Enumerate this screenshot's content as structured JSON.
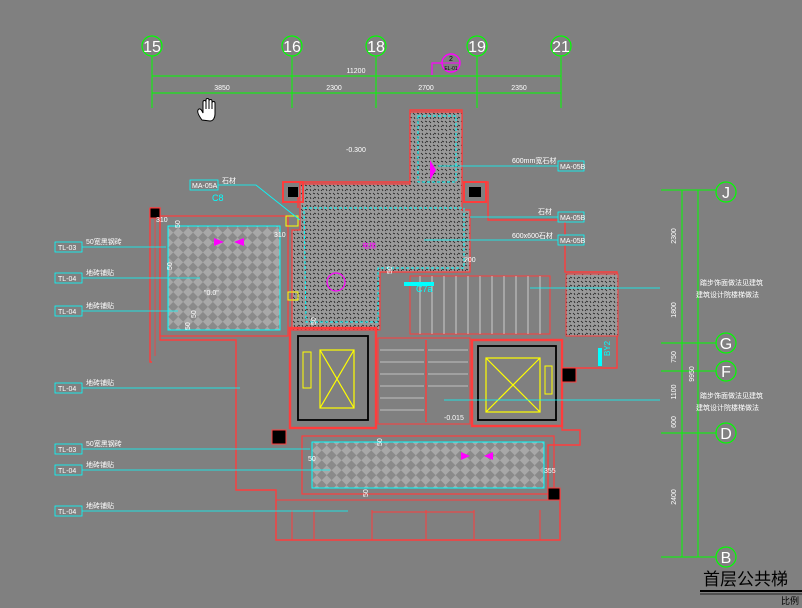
{
  "drawing": {
    "title": "首层公共梯",
    "scale_label": "比例"
  },
  "axes_top": [
    "15",
    "16",
    "18",
    "19",
    "21"
  ],
  "axes_right": [
    "J",
    "G",
    "F",
    "D",
    "B"
  ],
  "dims_top": {
    "total": "11200",
    "segments": [
      "3850",
      "2300",
      "2700",
      "2350"
    ]
  },
  "dims_right": [
    "2300",
    "1800",
    "750",
    "1100",
    "600",
    "2400"
  ],
  "dims_right_total": "9950",
  "section_marker": {
    "number": "2",
    "sheet": "EL-01"
  },
  "elevation_level": "-0.300",
  "elevation_level_2": "-0.015",
  "left_tags": [
    "TL-03",
    "TL-04",
    "TL-04",
    "TL-04",
    "TL-03",
    "TL-04",
    "TL-04"
  ],
  "left_tag_labels": [
    "50宽黑钢砖",
    "地砖铺贴",
    "地砖铺贴",
    "地砖铺贴",
    "50宽黑钢砖",
    "地砖铺贴",
    "地砖铺贴"
  ],
  "right_tags": [
    "MA-05B",
    "MA-05B",
    "MA-05B"
  ],
  "right_tag_labels": [
    "600mm宽石材",
    "石材",
    "600x600石材"
  ],
  "right_notes": [
    "踏步饰面做法见建筑\n建筑设计院楼梯做法",
    "踏步饰面做法见建筑\n建筑设计院楼梯做法"
  ],
  "top_left_tag": {
    "code": "MA-05A",
    "label": "石材"
  },
  "door_tags": [
    "C8",
    "C7a",
    "BY2"
  ],
  "center_labels": [
    "电梯",
    "\"0.0\""
  ],
  "small_numbers": [
    "310",
    "310",
    "50",
    "50",
    "50",
    "50",
    "50",
    "50",
    "50",
    "355",
    "200",
    "50",
    "50"
  ],
  "colors": {
    "background": "#808080",
    "wall": "#ff3c3c",
    "dim": "#00ff00",
    "leader": "#00ffff",
    "accent": "#ff00ff",
    "elevator": "#ffff00"
  }
}
